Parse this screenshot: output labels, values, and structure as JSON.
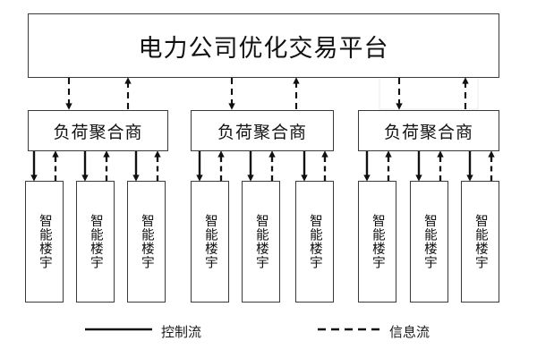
{
  "diagram": {
    "type": "block-hierarchy",
    "title_box": {
      "label": "电力公司优化交易平台",
      "name": "power-company-optimized-trading-platform"
    },
    "aggregators": [
      {
        "label": "负荷聚合商"
      },
      {
        "label": "负荷聚合商"
      },
      {
        "label": "负荷聚合商"
      }
    ],
    "buildings": [
      {
        "label": "智能楼宇"
      },
      {
        "label": "智能楼宇"
      },
      {
        "label": "智能楼宇"
      },
      {
        "label": "智能楼宇"
      },
      {
        "label": "智能楼宇"
      },
      {
        "label": "智能楼宇"
      },
      {
        "label": "智能楼宇"
      },
      {
        "label": "智能楼宇"
      },
      {
        "label": "智能楼宇"
      }
    ],
    "legend": {
      "control_flow": {
        "label": "控制流",
        "style": "solid"
      },
      "information_flow": {
        "label": "信息流",
        "style": "dashed"
      }
    },
    "colors": {
      "stroke": "#3a3a3a",
      "arrow": "#111111",
      "background": "#ffffff",
      "ghost": "#f0f0f0"
    },
    "flows": {
      "platform_to_aggregator": "dashed-down",
      "aggregator_to_platform": "dashed-up",
      "aggregator_to_building": "solid-down",
      "building_to_aggregator": "dashed-up"
    }
  }
}
